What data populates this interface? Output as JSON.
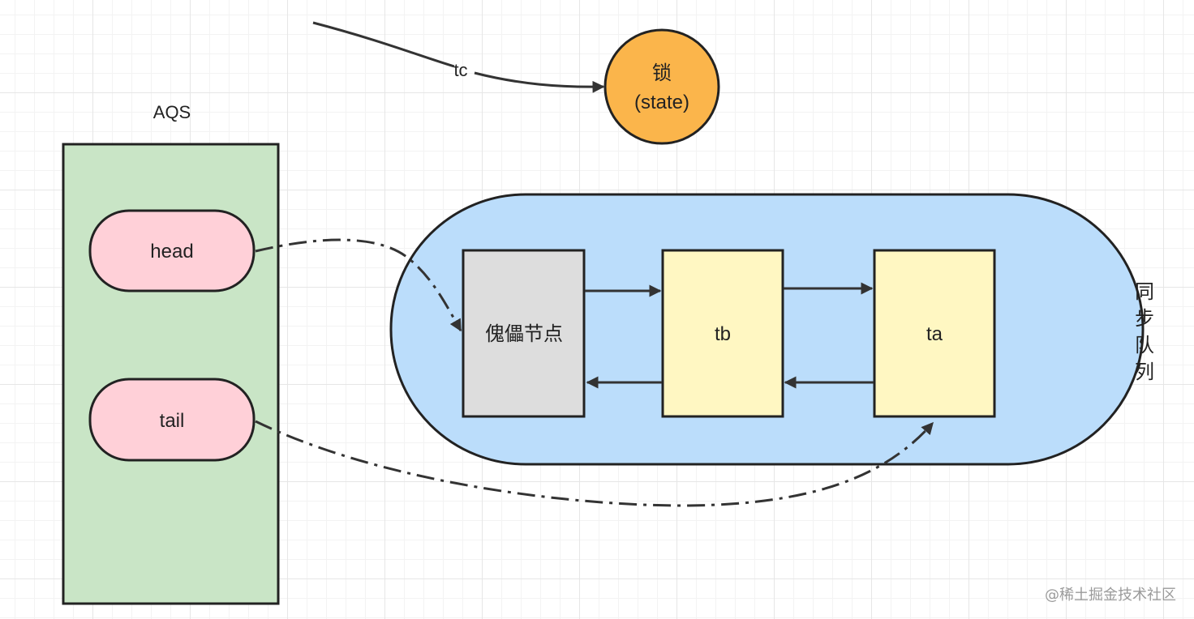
{
  "lock": {
    "line1": "锁",
    "line2": "(state)"
  },
  "arrow_tc_label": "tc",
  "aqs": {
    "title": "AQS",
    "head": "head",
    "tail": "tail"
  },
  "queue": {
    "label_chars": [
      "同",
      "步",
      "队",
      "列"
    ],
    "nodes": {
      "dummy": "傀儡节点",
      "tb": "tb",
      "ta": "ta"
    }
  },
  "watermark": "@稀土掘金技术社区",
  "colors": {
    "lock_fill": "#fbb54b",
    "aqs_fill": "#c9e5c6",
    "pill_fill": "#ffd0d8",
    "queue_fill": "#bbddfb",
    "dummy_fill": "#dddddd",
    "thread_fill": "#fff7c2"
  }
}
